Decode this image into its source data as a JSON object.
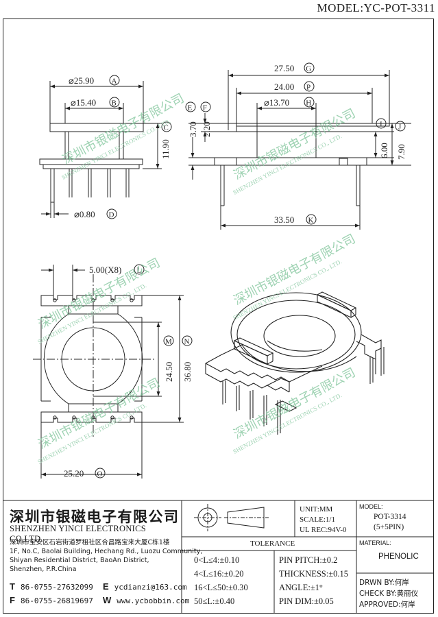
{
  "header": {
    "model": "MODEL:YC-POT-3311"
  },
  "dimensions": {
    "A": {
      "value": "⌀25.90",
      "letter": "A"
    },
    "B": {
      "value": "⌀15.40",
      "letter": "B"
    },
    "C": {
      "value": "11.90",
      "letter": "C"
    },
    "D": {
      "value": "⌀0.80",
      "letter": "D"
    },
    "E": {
      "value": "3.70",
      "letter": "E"
    },
    "F": {
      "value": "2.20",
      "letter": "F"
    },
    "G": {
      "value": "27.50",
      "letter": "G"
    },
    "P": {
      "value": "24.00",
      "letter": "P"
    },
    "H": {
      "value": "⌀13.70",
      "letter": "H"
    },
    "I": {
      "value": "6.00",
      "letter": "I"
    },
    "J": {
      "value": "7.90",
      "letter": "J"
    },
    "K": {
      "value": "33.50",
      "letter": "K"
    },
    "L": {
      "value": "5.00(X8)",
      "letter": "L"
    },
    "M": {
      "value": "24.50",
      "letter": "M"
    },
    "N": {
      "value": "36.80",
      "letter": "N"
    },
    "O": {
      "value": "25.20",
      "letter": "O"
    }
  },
  "watermark": {
    "cn": "深圳市银磁电子有限公司",
    "en": "SHENZHEN YINCI ELECTRONICS CO., LTD."
  },
  "title_block": {
    "company_cn": "深圳市银磁电子有限公司",
    "company_en": "SHENZHEN YINCI ELECTRONICS CO,LTD.",
    "address": [
      "深圳市宝安区石岩街道罗租社区合昌路宝来大厦C栋1楼",
      "1F, No.C, Baolai Building, Hechang Rd., Luozu Community,",
      "Shiyan Residential District, BaoAn District,",
      "Shenzhen, P.R.China"
    ],
    "tel_label": "T",
    "tel": "86-0755-27632099",
    "fax_label": "F",
    "fax": "86-0755-26819697",
    "email_label": "E",
    "email": "ycdianzi@163.com",
    "web_label": "W",
    "web": "www.ycbobbin.com",
    "unit": "UNIT:MM",
    "scale": "SCALE:1/1",
    "ul": "UL REC:94V-0",
    "model_label": "MODEL:",
    "model_value": "POT-3314",
    "model_pins": "(5+5PIN)",
    "material_label": "MATERIAL:",
    "material_value": "PHENOLIC",
    "tolerance_title": "TOLERANCE",
    "tolerances_left": [
      "0<L≤4:±0.10",
      "4<L≤16:±0.20",
      "16<L≤50:±0.30",
      "50≤L:±0.40"
    ],
    "tolerances_right": [
      "PIN PITCH:±0.2",
      "THICKNESS:±0.15",
      "ANGLE:±1°",
      "PIN DIM:±0.05"
    ],
    "drawn": "DRWN BY:何岸",
    "check": "CHECK BY:黄丽仪",
    "approved": "APPROVED:何岸"
  },
  "colors": {
    "line": "#222222",
    "watermark": "#7fc49a"
  }
}
